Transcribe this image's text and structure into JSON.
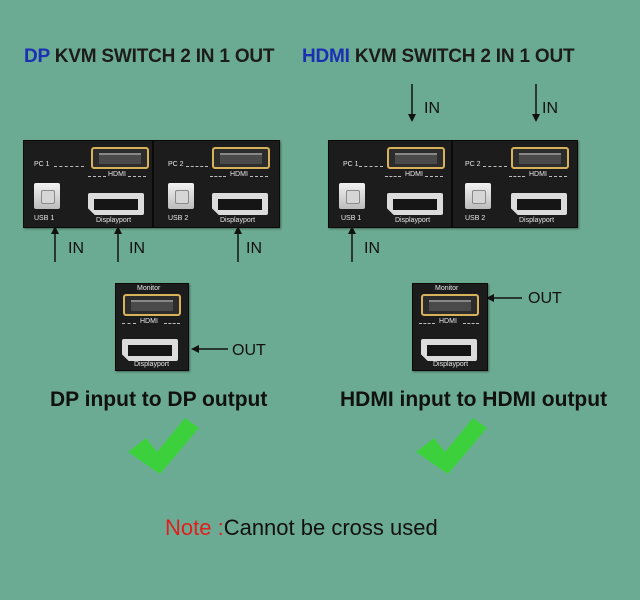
{
  "left": {
    "title_keyword": "DP",
    "title_rest": " KVM SWITCH 2 IN 1 OUT",
    "caption": "DP input to DP output"
  },
  "right": {
    "title_keyword": "HDMI",
    "title_rest": " KVM SWITCH 2 IN 1 OUT",
    "caption": "HDMI input to HDMI output"
  },
  "ports": {
    "pc1": "PC 1",
    "pc2": "PC 2",
    "hdmi": "HDMI",
    "usb1": "USB 1",
    "usb2": "USB 2",
    "displayport": "Displayport",
    "monitor": "Monitor"
  },
  "labels": {
    "in": "IN",
    "out": "OUT"
  },
  "note": {
    "prefix": "Note :",
    "text": "Cannot be cross used"
  },
  "colors": {
    "background": "#6cab93",
    "title_keyword": "#1a2fb4",
    "check": "#3cd13c",
    "note_prefix": "#e02020"
  },
  "icons": {
    "check": "check-icon",
    "arrow": "arrow-icon"
  }
}
